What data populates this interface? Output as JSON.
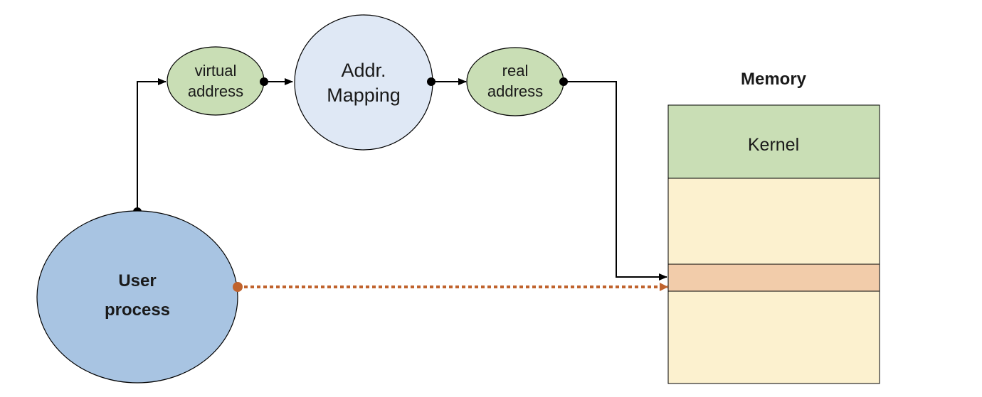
{
  "diagram": {
    "nodes": {
      "user_process": {
        "line1": "User",
        "line2": "process"
      },
      "virtual_address": {
        "line1": "virtual",
        "line2": "address"
      },
      "addr_mapping": {
        "line1": "Addr.",
        "line2": "Mapping"
      },
      "real_address": {
        "line1": "real",
        "line2": "address"
      }
    },
    "memory": {
      "title": "Memory",
      "kernel_label": "Kernel"
    },
    "colors": {
      "user_process_fill": "#a8c4e2",
      "addr_mapping_fill": "#dfe8f5",
      "address_node_fill": "#c9deb5",
      "kernel_fill": "#c9deb5",
      "memory_fill": "#fcf1cf",
      "target_block_fill": "#f2ccaa",
      "direct_path_color": "#c0632d",
      "stroke": "#000000"
    }
  }
}
